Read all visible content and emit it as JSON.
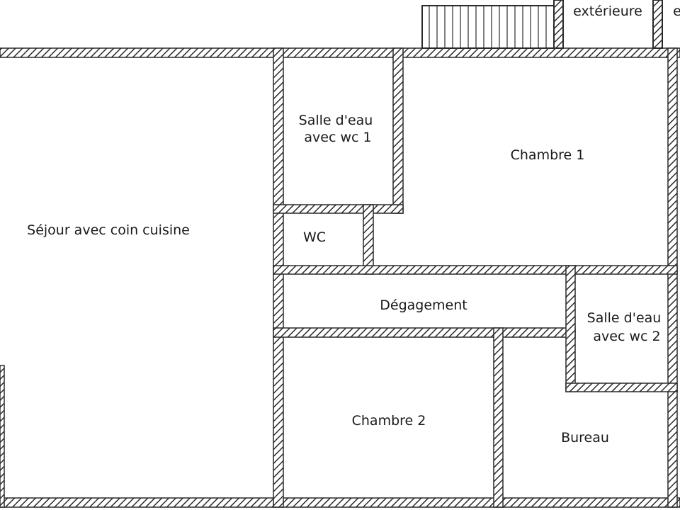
{
  "colors": {
    "wall": "#2a2a2a",
    "background": "#ffffff"
  },
  "rooms": {
    "sejour": {
      "label": "Séjour avec coin cuisine"
    },
    "salle_eau_1": {
      "line1": "Salle d'eau",
      "line2": "avec wc 1"
    },
    "chambre_1": {
      "label": "Chambre 1"
    },
    "wc": {
      "label": "WC"
    },
    "degagement": {
      "label": "Dégagement"
    },
    "salle_eau_2": {
      "line1": "Salle d'eau",
      "line2": "avec wc 2"
    },
    "chambre_2": {
      "label": "Chambre 2"
    },
    "bureau": {
      "label": "Bureau"
    }
  },
  "exterior": {
    "label_1": "extérieure",
    "label_2": "e"
  }
}
